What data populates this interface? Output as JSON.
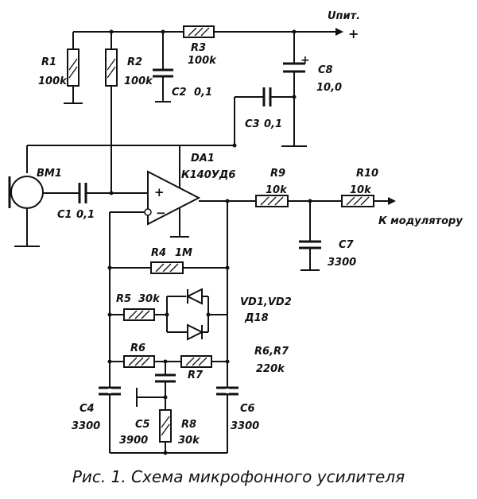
{
  "caption": "Рис. 1. Схема микрофонного усилителя",
  "power": {
    "label": "Uпит.",
    "sign": "+"
  },
  "output_label": "К модулятору",
  "opamp": {
    "ref": "DA1",
    "part": "К140УД6",
    "plus": "+",
    "minus": "−"
  },
  "mic": {
    "ref": "BM1"
  },
  "c8_plus": "+",
  "components": {
    "R1": {
      "ref": "R1",
      "value": "100k"
    },
    "R2": {
      "ref": "R2",
      "value": "100k"
    },
    "R3": {
      "ref": "R3",
      "value": "100k"
    },
    "C2": {
      "ref": "C2",
      "value": "0,1"
    },
    "C8": {
      "ref": "C8",
      "value": "10,0"
    },
    "C3": {
      "ref": "C3",
      "value": "0,1"
    },
    "C1": {
      "ref": "C1",
      "value": "0,1"
    },
    "R9": {
      "ref": "R9",
      "value": "10k"
    },
    "R10": {
      "ref": "R10",
      "value": "10k"
    },
    "C7": {
      "ref": "C7",
      "value": "3300"
    },
    "R4": {
      "ref": "R4",
      "value": "1M"
    },
    "R5": {
      "ref": "R5",
      "value": "30k"
    },
    "VD": {
      "ref": "VD1,VD2",
      "value": "Д18"
    },
    "R6": {
      "ref": "R6"
    },
    "R7": {
      "ref": "R7"
    },
    "R67": {
      "ref": "R6,R7",
      "value": "220k"
    },
    "C4": {
      "ref": "C4",
      "value": "3300"
    },
    "C5": {
      "ref": "C5",
      "value": "3900"
    },
    "R8": {
      "ref": "R8",
      "value": "30k"
    },
    "C6": {
      "ref": "C6",
      "value": "3300"
    }
  }
}
